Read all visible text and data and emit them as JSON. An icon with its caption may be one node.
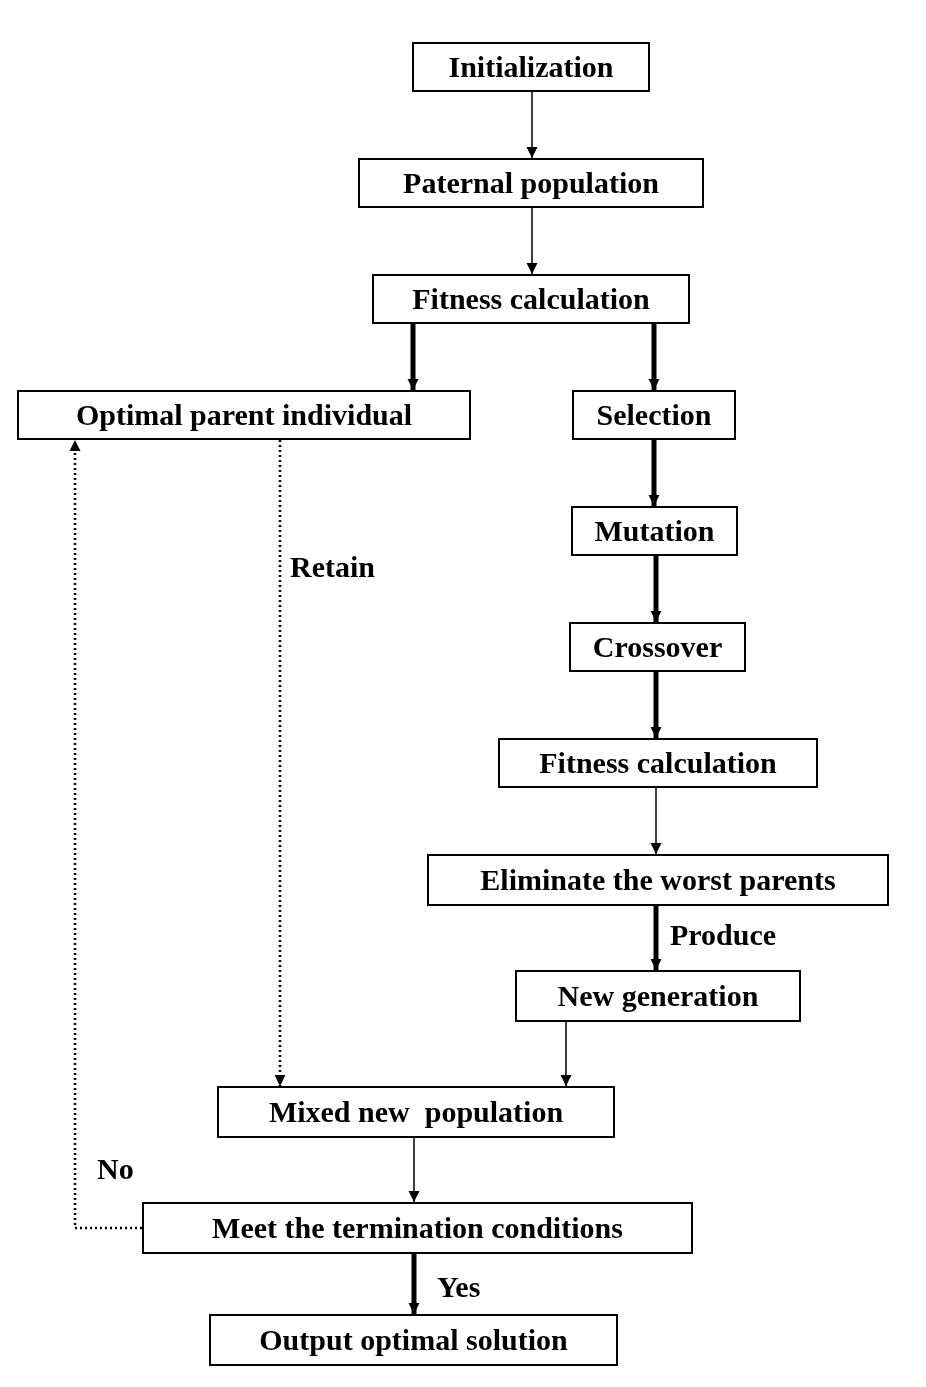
{
  "diagram": {
    "nodes": [
      {
        "text": [
          "Initialization"
        ]
      },
      {
        "text": [
          "Paternal population"
        ]
      },
      {
        "text": [
          "Fitness calculation"
        ]
      },
      {
        "text": [
          "Optimal parent individual"
        ]
      },
      {
        "text": [
          "Selection"
        ]
      },
      {
        "text": [
          "Mutation"
        ]
      },
      {
        "text": [
          "Crossover"
        ]
      },
      {
        "text": [
          "Fitness calculation"
        ]
      },
      {
        "text": [
          "Eliminate the worst parents"
        ]
      },
      {
        "text": [
          "New generation"
        ]
      },
      {
        "text": [
          "Mixed new  population"
        ]
      },
      {
        "text": [
          "Meet the termination conditions"
        ]
      },
      {
        "text": [
          "Output optimal solution"
        ]
      }
    ],
    "edges": [
      {
        "from": 0,
        "to": 1,
        "arrow": "to"
      },
      {
        "from": 1,
        "to": 2,
        "arrow": "to"
      },
      {
        "from": 2,
        "to": 3,
        "arrow": "to",
        "style": "thick"
      },
      {
        "from": 2,
        "to": 4,
        "arrow": "to",
        "style": "thick"
      },
      {
        "from": 4,
        "to": 5,
        "arrow": "to",
        "style": "thick"
      },
      {
        "from": 5,
        "to": 6,
        "arrow": "to",
        "style": "thick"
      },
      {
        "from": 6,
        "to": 7,
        "arrow": "to",
        "style": "thick"
      },
      {
        "from": 7,
        "to": 8,
        "arrow": "to"
      },
      {
        "from": 8,
        "to": 9,
        "arrow": "to",
        "label": "Produce",
        "style": "thick"
      },
      {
        "from": 9,
        "to": 10,
        "arrow": "to"
      },
      {
        "from": 3,
        "to": 10,
        "arrow": "to",
        "label": "Retain",
        "style": "dashed"
      },
      {
        "from": 10,
        "to": 11,
        "arrow": "to"
      },
      {
        "from": 11,
        "to": 12,
        "arrow": "to",
        "label": "Yes",
        "style": "thick"
      },
      {
        "from": 11,
        "to": 3,
        "arrow": "to",
        "label": "No",
        "style": "dashed"
      }
    ]
  }
}
